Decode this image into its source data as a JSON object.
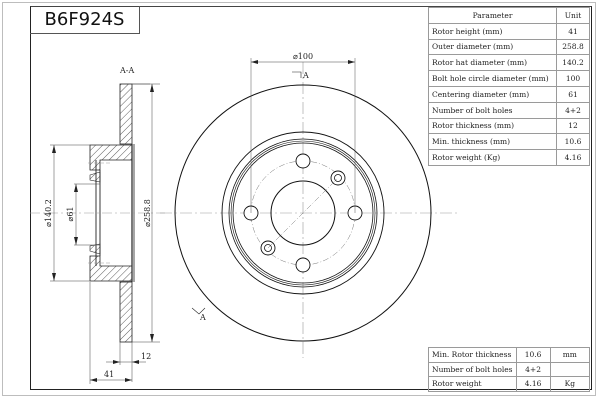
{
  "title": "B6F924S",
  "section_label": "A-A",
  "section_marker": "A",
  "dimensions": {
    "bolt_circle": "⌀100",
    "hat_diameter": "⌀140.2",
    "center_bore": "⌀61",
    "outer_diameter": "⌀258.8",
    "thickness": "12",
    "height": "41"
  },
  "spec_table": {
    "headers": {
      "parameter": "Parameter",
      "unit": "Unit"
    },
    "rows": [
      {
        "label": "Rotor height (mm)",
        "value": "41"
      },
      {
        "label": "Outer diameter (mm)",
        "value": "258.8"
      },
      {
        "label": "Rotor hat diameter (mm)",
        "value": "140.2"
      },
      {
        "label": "Bolt hole circle diameter (mm)",
        "value": "100"
      },
      {
        "label": "Centering diameter (mm)",
        "value": "61"
      },
      {
        "label": "Number of bolt holes",
        "value": "4+2"
      },
      {
        "label": "Rotor thickness (mm)",
        "value": "12"
      },
      {
        "label": "Min. thickness (mm)",
        "value": "10.6"
      },
      {
        "label": "Rotor weight (Kg)",
        "value": "4.16"
      }
    ]
  },
  "summary_table": {
    "rows": [
      {
        "label": "Min. Rotor thickness",
        "value": "10.6",
        "unit": "mm"
      },
      {
        "label": "Number of bolt holes",
        "value": "4+2",
        "unit": ""
      },
      {
        "label": "Rotor weight",
        "value": "4.16",
        "unit": "Kg"
      }
    ]
  }
}
